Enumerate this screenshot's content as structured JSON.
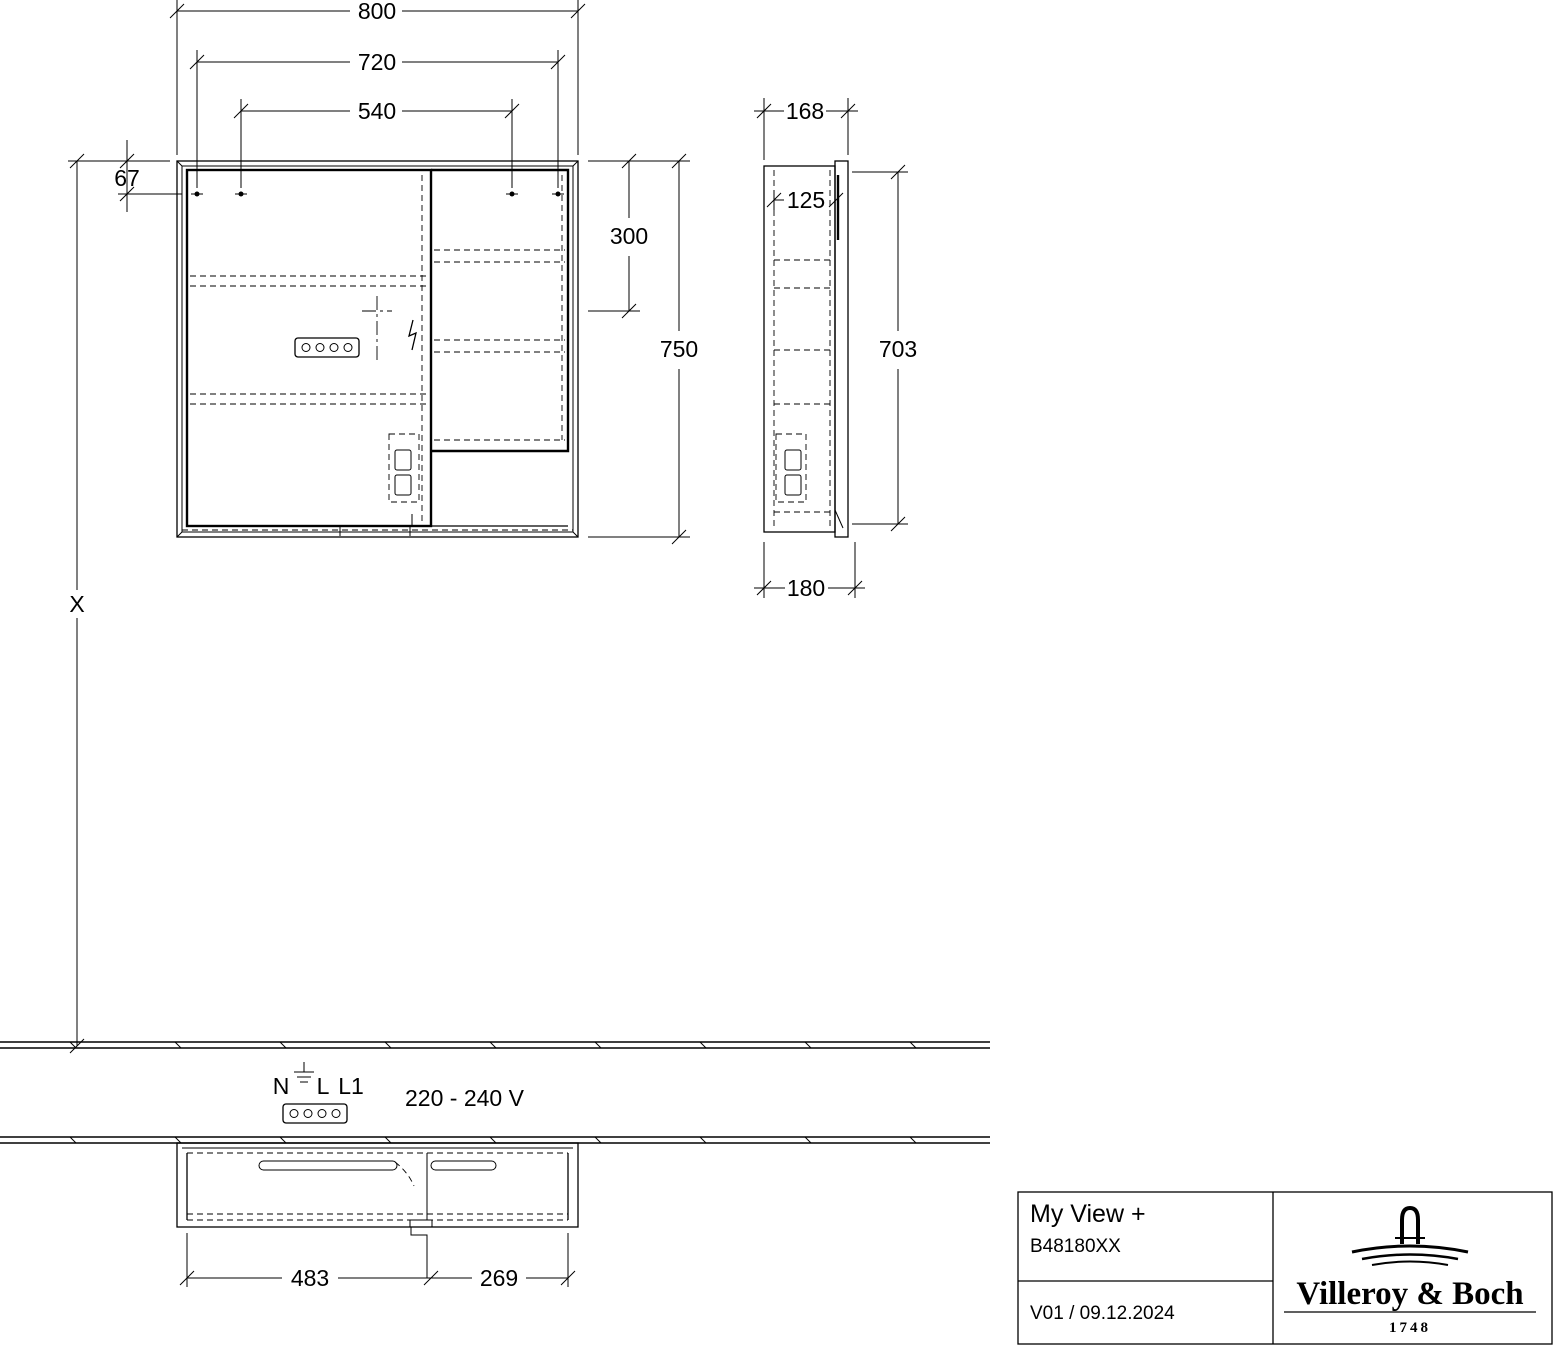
{
  "front_view": {
    "dim_overall_width": "800",
    "dim_hole_outer": "720",
    "dim_hole_inner": "540",
    "dim_top_offset": "67",
    "dim_door_height": "300",
    "dim_overall_height": "750",
    "dim_height_from_floor": "X"
  },
  "side_view": {
    "dim_top_depth": "168",
    "dim_body_depth": "125",
    "dim_bottom_depth": "180",
    "dim_inner_height": "703"
  },
  "electrical": {
    "neutral": "N",
    "live": "L",
    "live1": "L1",
    "voltage": "220 - 240 V"
  },
  "plan_view": {
    "dim_left": "483",
    "dim_right": "269"
  },
  "title_block": {
    "product_name": "My View +",
    "article_number": "B48180XX",
    "version_date": "V01 / 09.12.2024",
    "brand": "Villeroy & Boch",
    "founded": "1748"
  }
}
